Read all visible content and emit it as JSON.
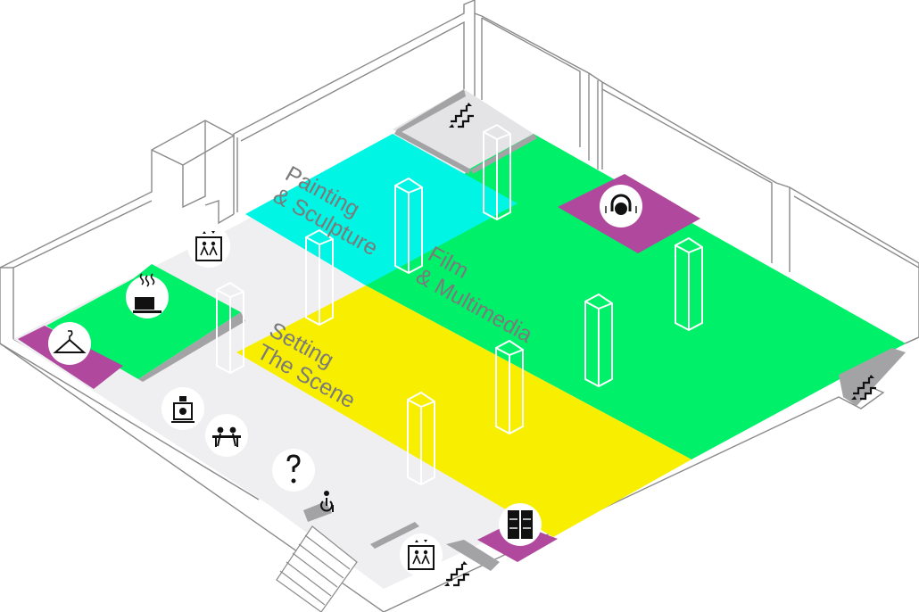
{
  "map": {
    "zones": [
      {
        "id": "painting-sculpture",
        "lines": [
          "Painting",
          "& Sculpture"
        ],
        "color": "#00f5e4"
      },
      {
        "id": "film-multimedia",
        "lines": [
          "Film",
          "& Multimedia"
        ],
        "color": "#00f06a"
      },
      {
        "id": "setting-the-scene",
        "lines": [
          "Setting",
          "The Scene"
        ],
        "color": "#f8ef00"
      }
    ],
    "colors": {
      "floor": "#efeff1",
      "accent": "#b0489d",
      "wall": "#8a8a8a",
      "label": "#7a7a7a"
    },
    "icons": [
      {
        "id": "cafe",
        "name": "cafe-icon"
      },
      {
        "id": "cloakroom",
        "name": "cloakroom-icon"
      },
      {
        "id": "elevator-north",
        "name": "elevator-icon"
      },
      {
        "id": "elevator-south",
        "name": "elevator-icon"
      },
      {
        "id": "lockers",
        "name": "lockers-icon"
      },
      {
        "id": "ticket-desk",
        "name": "ticket-desk-icon"
      },
      {
        "id": "information",
        "name": "information-icon"
      },
      {
        "id": "accessibility",
        "name": "accessibility-icon"
      },
      {
        "id": "audio-guide",
        "name": "audio-guide-icon"
      },
      {
        "id": "library",
        "name": "library-icon"
      },
      {
        "id": "stairs-north",
        "name": "stairs-icon"
      },
      {
        "id": "stairs-east",
        "name": "stairs-icon"
      },
      {
        "id": "stairs-south",
        "name": "stairs-icon"
      }
    ]
  }
}
